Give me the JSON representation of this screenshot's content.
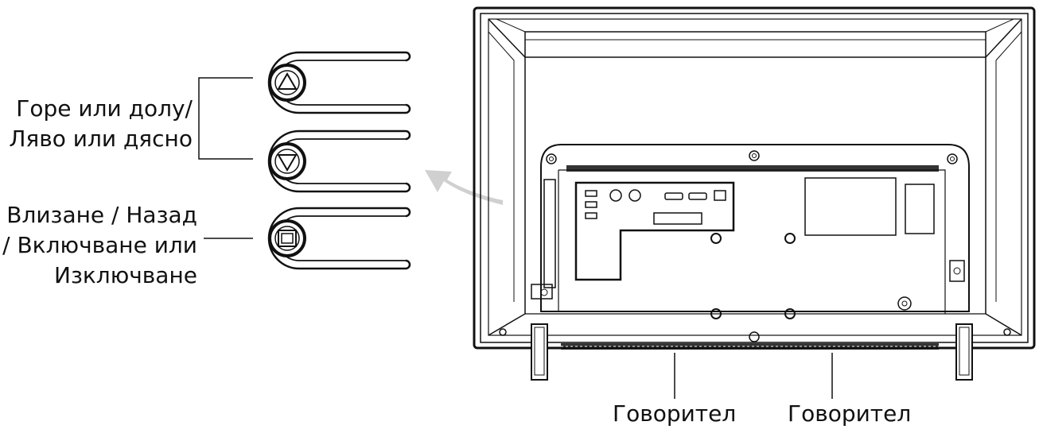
{
  "labels": {
    "up_down_line1": "Горе или долу/",
    "up_down_line2": "Ляво или дясно",
    "enter_line1": "Влизане / Назад",
    "enter_line2": "/ Включване или",
    "enter_line3": "Изключване",
    "speaker_left": "Говорител",
    "speaker_right": "Говорител"
  },
  "colors": {
    "line": "#111111",
    "arrow": "#d0d0d0"
  }
}
